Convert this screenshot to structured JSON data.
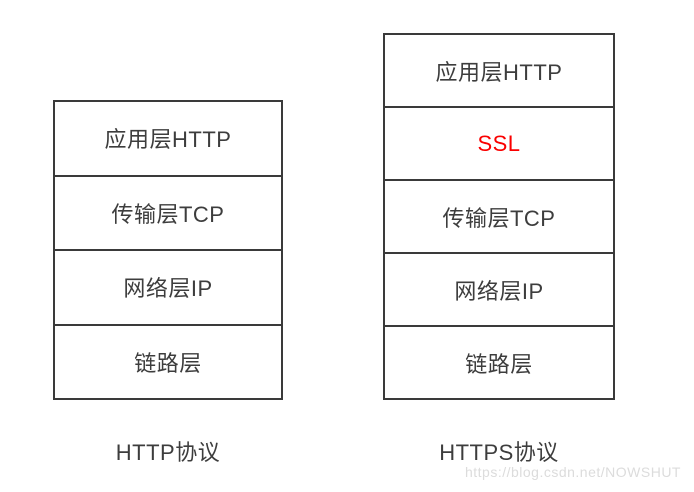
{
  "colors": {
    "background": "#ffffff",
    "text": "#3d3d3d",
    "border": "#3a3a3a",
    "ssl": "#fa0000",
    "watermark": "#dcdcdc"
  },
  "stacks": [
    {
      "name": "HTTP",
      "label": "HTTP协议",
      "layers": [
        {
          "text": "应用层HTTP"
        },
        {
          "text": "传输层TCP"
        },
        {
          "text": "网络层IP"
        },
        {
          "text": "链路层"
        }
      ]
    },
    {
      "name": "HTTPS",
      "label": "HTTPS协议",
      "layers": [
        {
          "text": "应用层HTTP"
        },
        {
          "text": "SSL",
          "emphasis": "red"
        },
        {
          "text": "传输层TCP"
        },
        {
          "text": "网络层IP"
        },
        {
          "text": "链路层"
        }
      ]
    }
  ],
  "watermark": "https://blog.csdn.net/NOWSHUT"
}
